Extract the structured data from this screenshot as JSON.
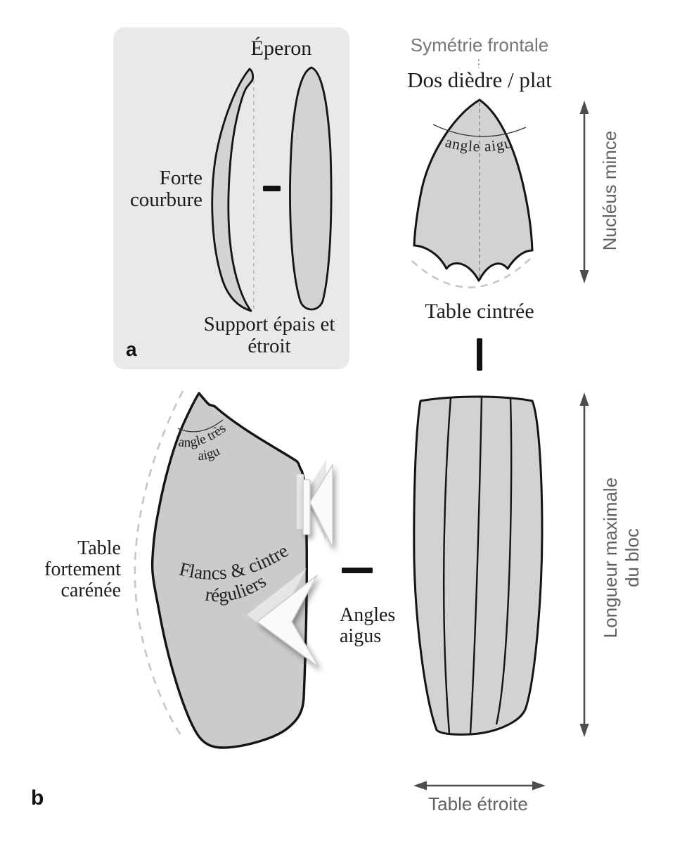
{
  "panel_a": {
    "label": "a",
    "eperon_label": "Éperon",
    "curvature_lines": [
      "Forte",
      "courbure"
    ],
    "support_lines": [
      "Support épais et",
      "étroit"
    ]
  },
  "front_view": {
    "symmetry_label": "Symétrie frontale",
    "back_label": "Dos dièdre / plat",
    "angle_label": "angle aigu",
    "table_label": "Table cintrée",
    "height_label": "Nucléus mince"
  },
  "profile_view": {
    "label": "b",
    "angle_lines": [
      "angle très",
      "aigu"
    ],
    "table_lines": [
      "Table",
      "fortement",
      "carénée"
    ],
    "flank_lines": [
      "Flancs & cintre",
      "réguliers"
    ],
    "angles_lines": [
      "Angles",
      "aigus"
    ]
  },
  "face_view": {
    "length_lines": [
      "Longueur maximale",
      "du bloc"
    ],
    "width_label": "Table étroite"
  },
  "colors": {
    "panel_background": "#e9e9e9",
    "shape_fill": "#d2d2d2",
    "profile_fill": "#cbcbcb",
    "outline": "#141414",
    "muted_text": "#616161",
    "dashed_guide": "#c6c6c6",
    "arrow_stroke": "#4d4d4d"
  }
}
